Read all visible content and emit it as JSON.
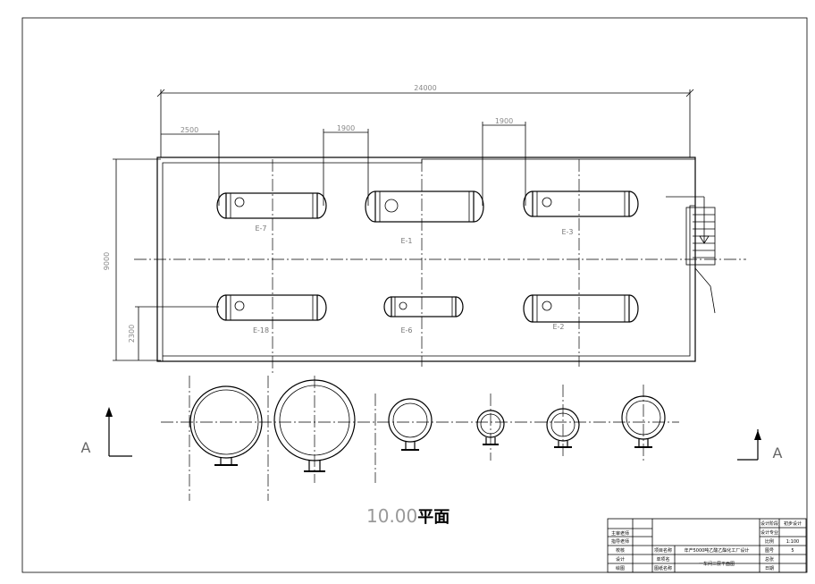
{
  "dimensions": {
    "overall_length": "24000",
    "left_offset": "2500",
    "gap_1": "1900",
    "gap_2": "1900",
    "overall_width": "9000",
    "bottom_offset": "2300"
  },
  "equipment_labels": [
    "E-7",
    "E-1",
    "E-3",
    "E-18",
    "E-6",
    "E-2"
  ],
  "section_marks": {
    "left": "A",
    "right": "A"
  },
  "plan_title": {
    "number": "10.00",
    "text": "平面"
  },
  "title_block": {
    "chief_teacher": "主审老师",
    "advisor": "指导老师",
    "checker": "校核",
    "designer": "设计",
    "drafter": "绘图",
    "project_name_label": "项目名称",
    "project_name": "年产5000吨乙酸乙酯化工厂设计",
    "unit_label": "单项名",
    "drawing_name_label": "图纸名称",
    "drawing_name": "一车间三层平面图",
    "design_stage_label": "设计阶段",
    "design_stage": "初步设计",
    "design_major_label": "设计专业",
    "scale_label": "比例",
    "scale": "1:100",
    "drawing_no_label": "图号",
    "drawing_no": "5",
    "sheet_label": "总张",
    "date_label": "日期"
  }
}
